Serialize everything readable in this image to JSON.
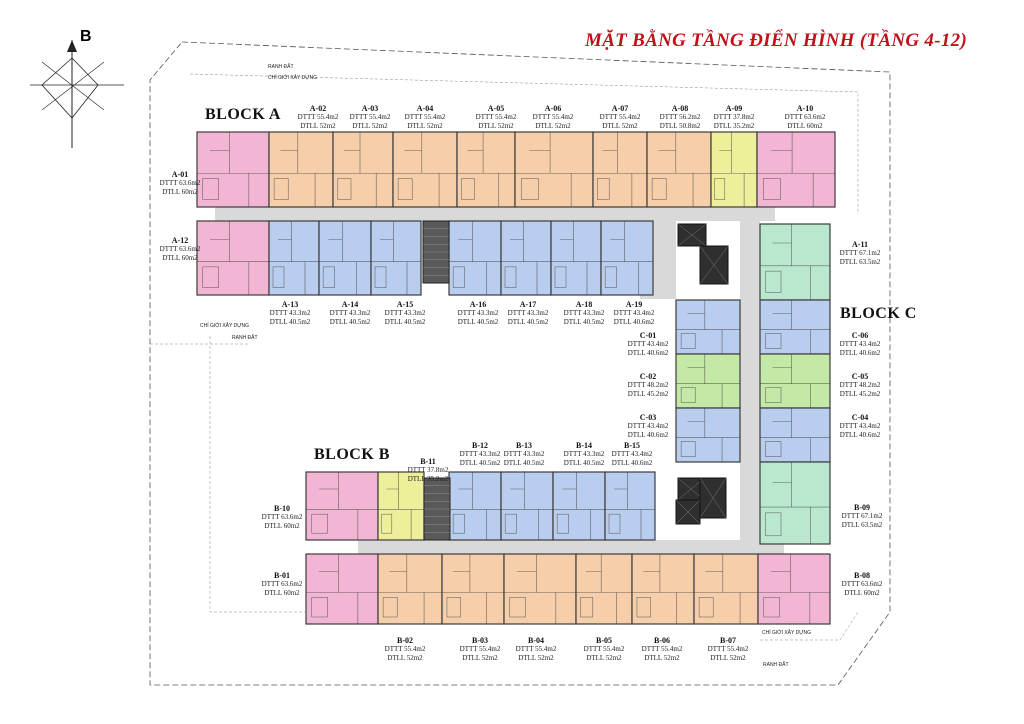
{
  "title": "MẶT BẰNG TẦNG ĐIỂN HÌNH (TẦNG 4-12)",
  "compass": {
    "north_label": "B"
  },
  "blocks": {
    "a": "BLOCK A",
    "b": "BLOCK B",
    "c": "BLOCK C"
  },
  "site_notes": {
    "ranh_dat": "RANH ĐẤT",
    "chi_gioi": "CHỈ GIỚI XÂY DỰNG"
  },
  "colors": {
    "pink": "#f2b6d4",
    "orange": "#f6cfaa",
    "blue": "#b9cdee",
    "yellow": "#eeef9a",
    "green": "#c4e9a6",
    "mint": "#b9e8cf",
    "corridor": "#d9d9d9",
    "core": "#5a5a5a",
    "wall": "#3b3b3b"
  },
  "units": [
    {
      "code": "A-01",
      "dttt": "DTTT 63.6m2",
      "dtll": "DTLL 60m2"
    },
    {
      "code": "A-02",
      "dttt": "DTTT 55.4m2",
      "dtll": "DTLL 52m2"
    },
    {
      "code": "A-03",
      "dttt": "DTTT 55.4m2",
      "dtll": "DTLL 52m2"
    },
    {
      "code": "A-04",
      "dttt": "DTTT 55.4m2",
      "dtll": "DTLL 52m2"
    },
    {
      "code": "A-05",
      "dttt": "DTTT 55.4m2",
      "dtll": "DTLL 52m2"
    },
    {
      "code": "A-06",
      "dttt": "DTTT 55.4m2",
      "dtll": "DTLL 52m2"
    },
    {
      "code": "A-07",
      "dttt": "DTTT 55.4m2",
      "dtll": "DTLL 52m2"
    },
    {
      "code": "A-08",
      "dttt": "DTTT 56.2m2",
      "dtll": "DTLL 50.8m2"
    },
    {
      "code": "A-09",
      "dttt": "DTTT 37.8m2",
      "dtll": "DTLL 35.2m2"
    },
    {
      "code": "A-10",
      "dttt": "DTTT 63.6m2",
      "dtll": "DTLL 60m2"
    },
    {
      "code": "A-11",
      "dttt": "DTTT 67.1m2",
      "dtll": "DTLL 63.5m2"
    },
    {
      "code": "A-12",
      "dttt": "DTTT 63.6m2",
      "dtll": "DTLL 60m2"
    },
    {
      "code": "A-13",
      "dttt": "DTTT 43.3m2",
      "dtll": "DTLL 40.5m2"
    },
    {
      "code": "A-14",
      "dttt": "DTTT 43.3m2",
      "dtll": "DTLL 40.5m2"
    },
    {
      "code": "A-15",
      "dttt": "DTTT 43.3m2",
      "dtll": "DTLL 40.5m2"
    },
    {
      "code": "A-16",
      "dttt": "DTTT 43.3m2",
      "dtll": "DTLL 40.5m2"
    },
    {
      "code": "A-17",
      "dttt": "DTTT 43.3m2",
      "dtll": "DTLL 40.5m2"
    },
    {
      "code": "A-18",
      "dttt": "DTTT 43.3m2",
      "dtll": "DTLL 40.5m2"
    },
    {
      "code": "A-19",
      "dttt": "DTTT 43.4m2",
      "dtll": "DTLL 40.6m2"
    },
    {
      "code": "C-01",
      "dttt": "DTTT 43.4m2",
      "dtll": "DTLL 40.6m2"
    },
    {
      "code": "C-02",
      "dttt": "DTTT 48.2m2",
      "dtll": "DTLL 45.2m2"
    },
    {
      "code": "C-03",
      "dttt": "DTTT 43.4m2",
      "dtll": "DTLL 40.6m2"
    },
    {
      "code": "C-04",
      "dttt": "DTTT 43.4m2",
      "dtll": "DTLL 40.6m2"
    },
    {
      "code": "C-05",
      "dttt": "DTTT 48.2m2",
      "dtll": "DTLL 45.2m2"
    },
    {
      "code": "C-06",
      "dttt": "DTTT 43.4m2",
      "dtll": "DTLL 40.6m2"
    },
    {
      "code": "B-01",
      "dttt": "DTTT 63.6m2",
      "dtll": "DTLL 60m2"
    },
    {
      "code": "B-02",
      "dttt": "DTTT 55.4m2",
      "dtll": "DTLL 52m2"
    },
    {
      "code": "B-03",
      "dttt": "DTTT 55.4m2",
      "dtll": "DTLL 52m2"
    },
    {
      "code": "B-04",
      "dttt": "DTTT 55.4m2",
      "dtll": "DTLL 52m2"
    },
    {
      "code": "B-05",
      "dttt": "DTTT 55.4m2",
      "dtll": "DTLL 52m2"
    },
    {
      "code": "B-06",
      "dttt": "DTTT 55.4m2",
      "dtll": "DTLL 52m2"
    },
    {
      "code": "B-07",
      "dttt": "DTTT 55.4m2",
      "dtll": "DTLL 52m2"
    },
    {
      "code": "B-08",
      "dttt": "DTTT 63.6m2",
      "dtll": "DTLL 60m2"
    },
    {
      "code": "B-09",
      "dttt": "DTTT 67.1m2",
      "dtll": "DTLL 63.5m2"
    },
    {
      "code": "B-10",
      "dttt": "DTTT 63.6m2",
      "dtll": "DTLL 60m2"
    },
    {
      "code": "B-11",
      "dttt": "DTTT 37.8m2",
      "dtll": "DTLL 35.2m2"
    },
    {
      "code": "B-12",
      "dttt": "DTTT 43.3m2",
      "dtll": "DTLL 40.5m2"
    },
    {
      "code": "B-13",
      "dttt": "DTTT 43.3m2",
      "dtll": "DTLL 40.5m2"
    },
    {
      "code": "B-14",
      "dttt": "DTTT 43.3m2",
      "dtll": "DTLL 40.5m2"
    },
    {
      "code": "B-15",
      "dttt": "DTTT 43.4m2",
      "dtll": "DTLL 40.6m2"
    }
  ]
}
